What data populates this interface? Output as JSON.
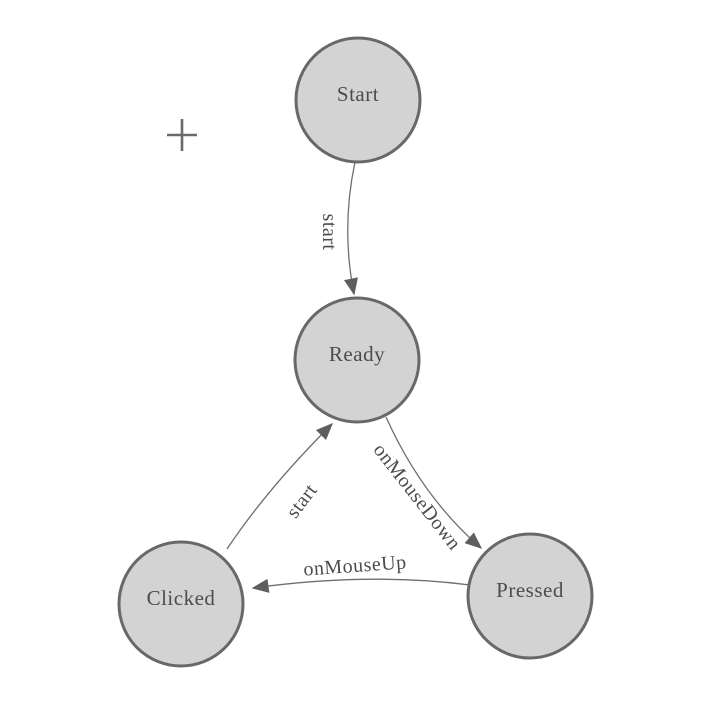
{
  "diagram": {
    "nodes": [
      {
        "id": "start",
        "label": "Start"
      },
      {
        "id": "ready",
        "label": "Ready"
      },
      {
        "id": "clicked",
        "label": "Clicked"
      },
      {
        "id": "pressed",
        "label": "Pressed"
      }
    ],
    "edges": [
      {
        "from": "start",
        "to": "ready",
        "label": "start"
      },
      {
        "from": "ready",
        "to": "pressed",
        "label": "onMouseDown"
      },
      {
        "from": "pressed",
        "to": "clicked",
        "label": "onMouseUp"
      },
      {
        "from": "clicked",
        "to": "ready",
        "label": "start"
      }
    ],
    "colors": {
      "background": "#ffffff",
      "node_fill": "#d3d3d3",
      "node_stroke": "#686868",
      "edge_stroke": "#6e6e6e",
      "arrow_fill": "#5e5e5e",
      "label_text": "#4c4c4c",
      "cursor_stroke": "#6a6a6a"
    },
    "cursor": {
      "icon": "plus-cursor"
    }
  }
}
